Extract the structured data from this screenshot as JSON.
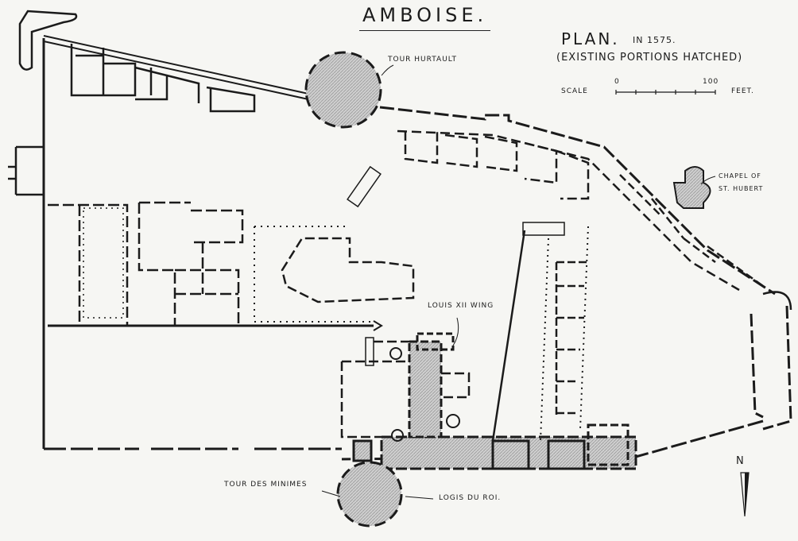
{
  "title": "AMBOISE.",
  "plan": {
    "heading": "PLAN.",
    "year": "IN 1575.",
    "note": "(EXISTING PORTIONS HATCHED)"
  },
  "scale": {
    "label": "SCALE",
    "start": "0",
    "end": "100",
    "unit": "FEET."
  },
  "labels": {
    "tour_hurtault": "TOUR HURTAULT",
    "chapel_line1": "CHAPEL OF",
    "chapel_line2": "ST. HUBERT",
    "louis_xii_wing": "LOUIS XII WING",
    "tour_des_minimes": "TOUR DES MINIMES",
    "logis_du_roi": "LOGIS DU ROI."
  },
  "north": "N",
  "colors": {
    "ink": "#1b1b1b",
    "paper": "#f6f6f3",
    "hatch": "#bdbdbd"
  }
}
